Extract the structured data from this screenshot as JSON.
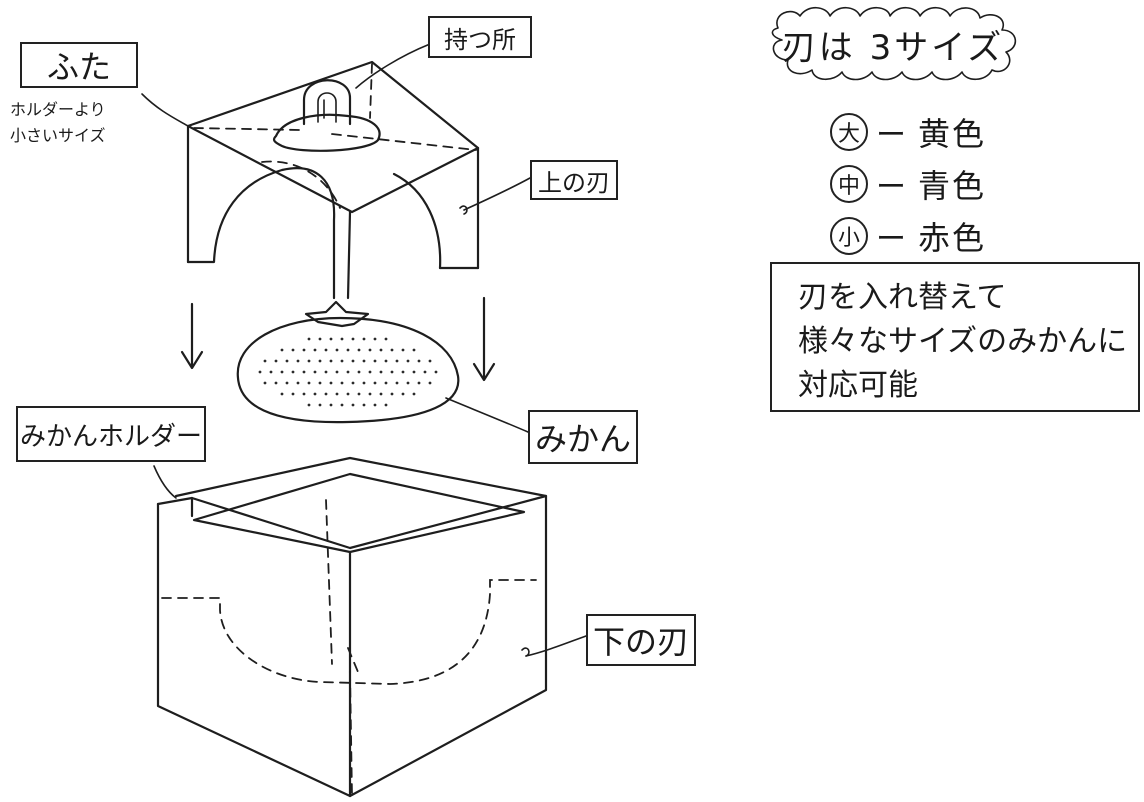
{
  "labels": {
    "lid": "ふた",
    "lid_note_line1": "ホルダーより",
    "lid_note_line2": "小さいサイズ",
    "handle": "持つ所",
    "upper_blade": "上の刃",
    "mikan_holder": "みかんホルダー",
    "mikan": "みかん",
    "lower_blade": "下の刃"
  },
  "blade_sizes": {
    "title": "刃は 3サイズ",
    "items": [
      {
        "size": "大",
        "dash": "ー",
        "color": "黄色"
      },
      {
        "size": "中",
        "dash": "ー",
        "color": "青色"
      },
      {
        "size": "小",
        "dash": "ー",
        "color": "赤色"
      }
    ]
  },
  "info_box": {
    "line1": "刃を入れ替えて",
    "line2": "様々なサイズのみかんに",
    "line3": "対応可能"
  },
  "colors": {
    "ink": "#1e1e1e",
    "paper": "#ffffff"
  }
}
